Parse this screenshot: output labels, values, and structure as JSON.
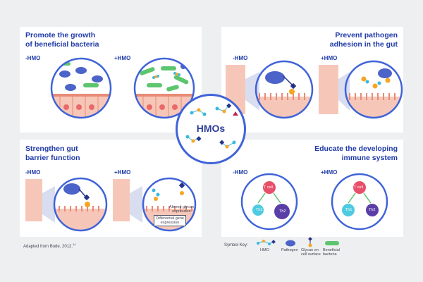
{
  "panels": {
    "tl": {
      "title_line1": "Promote the growth",
      "title_line2": "of beneficial bacteria",
      "minus": "-HMO",
      "plus": "+HMO"
    },
    "tr": {
      "title_line1": "Prevent pathogen",
      "title_line2": "adhesion in the gut",
      "minus": "-HMO",
      "plus": "+HMO"
    },
    "bl": {
      "title_line1": "Strengthen gut",
      "title_line2": "barrier function",
      "minus": "-HMO",
      "plus": "+HMO",
      "note1": "Altered glycan",
      "note1b": "expression",
      "note2": "Differential gene",
      "note2b": "expression"
    },
    "br": {
      "title_line1": "Educate the developing",
      "title_line2": "immune system",
      "minus": "-HMO",
      "plus": "+HMO",
      "tcell": "T cell",
      "th1": "Th1",
      "th2": "Th2"
    }
  },
  "center_label": "HMOs",
  "citation": "Adapted from Bode, 2012.",
  "citation_ref": "14",
  "key": {
    "label": "Symbol Key:",
    "items": [
      "HMO",
      "Pathogen",
      "Glycan on",
      "cell surface",
      "Beneficial",
      "bacteria"
    ]
  },
  "colors": {
    "blue": "#1f3aa8",
    "ring": "#3f63d8",
    "cell": "#f6c7b8",
    "green": "#5cc56e",
    "orange": "#f5a623",
    "cyan": "#39b9e0",
    "navy": "#26338a",
    "tcell": "#e84f6a",
    "th1": "#4ecbe0",
    "th2": "#5a3ea8"
  }
}
